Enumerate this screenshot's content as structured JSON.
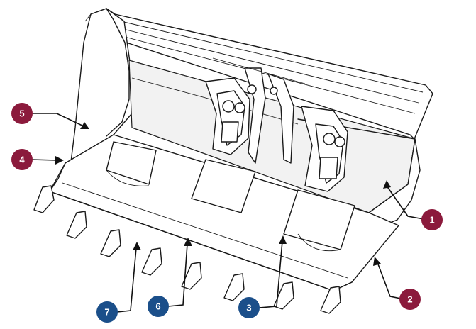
{
  "diagram": {
    "callouts": [
      {
        "id": "c1",
        "label": "1",
        "color": "#8b1a3c"
      },
      {
        "id": "c2",
        "label": "2",
        "color": "#8b1a3c"
      },
      {
        "id": "c3",
        "label": "3",
        "color": "#1b4f8a"
      },
      {
        "id": "c4",
        "label": "4",
        "color": "#8b1a3c"
      },
      {
        "id": "c5",
        "label": "5",
        "color": "#8b1a3c"
      },
      {
        "id": "c6",
        "label": "6",
        "color": "#1b4f8a"
      },
      {
        "id": "c7",
        "label": "7",
        "color": "#1b4f8a"
      }
    ],
    "colors": {
      "maroon_callout": "#8b1a3c",
      "blue_callout": "#1b4f8a",
      "line_art": "#1a1a1a"
    }
  }
}
